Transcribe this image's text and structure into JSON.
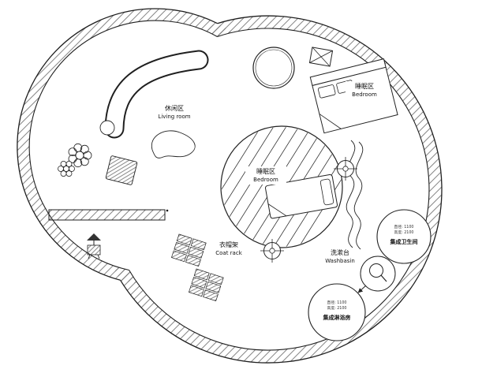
{
  "palette": {
    "background": "#ffffff",
    "line_color": "#1f1f1f",
    "hatch_color": "#777777",
    "text_color": "#111111"
  },
  "labels": {
    "living_room": {
      "zh": "休闲区",
      "en": "Living room"
    },
    "bedroom_upper": {
      "zh": "睡眠区",
      "en": "Bedroom"
    },
    "bedroom_center": {
      "zh": "睡眠区",
      "en": "Bedroom"
    },
    "coat_rack": {
      "zh": "衣帽架",
      "en": "Coat rack"
    },
    "washbasin": {
      "zh": "洗漱台",
      "en": "Washbasin"
    },
    "toilet_pod": {
      "spec1": "直径: 1100",
      "spec2": "高度: 2100",
      "name": "集成卫生间"
    },
    "shower_pod": {
      "spec1": "直径: 1100",
      "spec2": "高度: 2100",
      "name": "集成淋浴房"
    }
  },
  "symbols": {
    "wall_fill": "diagonal-hatch",
    "column_marker": "circled-cross",
    "ceiling_lamp": "box-with-x",
    "faucet": "circle-with-handle",
    "direction_arrow": "short-arrow-toward-shower",
    "plant": "flower-cluster"
  }
}
